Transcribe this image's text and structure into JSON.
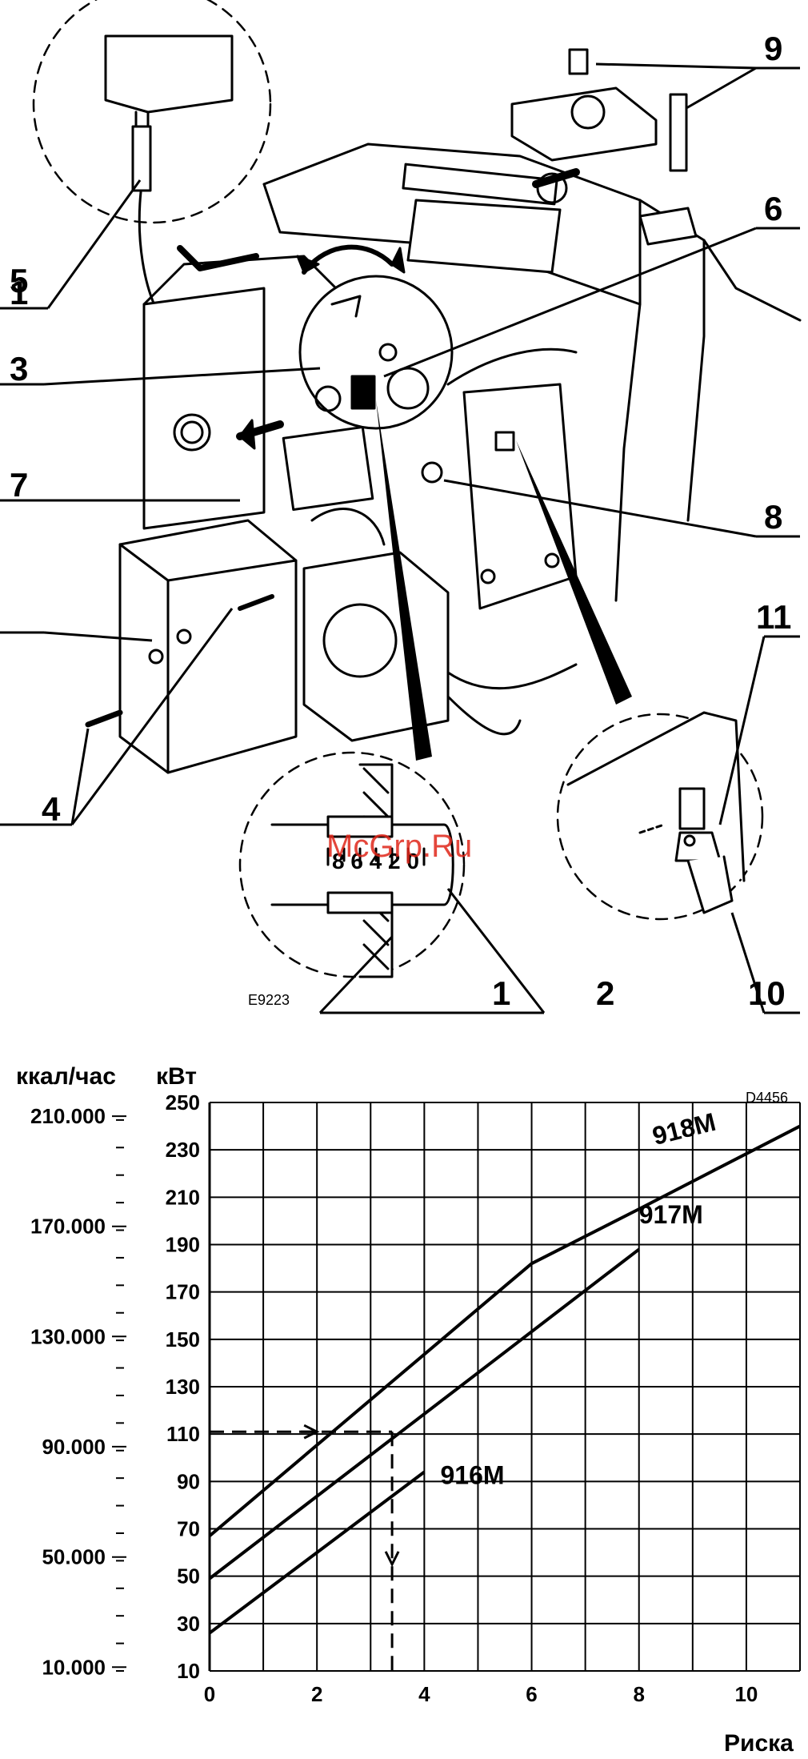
{
  "diagram": {
    "callouts": [
      "1",
      "2",
      "3",
      "4",
      "5",
      "6",
      "7",
      "8",
      "9",
      "10",
      "11"
    ],
    "code": "E9223",
    "scale_digits": "8 6 4 2 0",
    "watermark": "McGrp.Ru"
  },
  "chart_data": {
    "type": "line",
    "code": "D4456",
    "left_unit": "ккал/час",
    "right_unit": "кВт",
    "xlabel": "Риска",
    "xlim": [
      0,
      11
    ],
    "ylim": [
      10,
      250
    ],
    "x_ticks": [
      0,
      2,
      4,
      6,
      8,
      10
    ],
    "y_ticks": [
      10,
      30,
      50,
      70,
      90,
      110,
      130,
      150,
      170,
      190,
      210,
      230,
      250
    ],
    "kcal_ticks": [
      {
        "label": "10.000",
        "kw": 11.6
      },
      {
        "label": "50.000",
        "kw": 58.1
      },
      {
        "label": "90.000",
        "kw": 104.7
      },
      {
        "label": "130.000",
        "kw": 151.2
      },
      {
        "label": "170.000",
        "kw": 197.7
      },
      {
        "label": "210.000",
        "kw": 244.2
      }
    ],
    "series": [
      {
        "name": "918M",
        "points": [
          [
            0,
            67
          ],
          [
            6,
            182
          ],
          [
            8,
            205
          ],
          [
            11,
            240
          ]
        ]
      },
      {
        "name": "917M",
        "points": [
          [
            0,
            49
          ],
          [
            8,
            188
          ]
        ]
      },
      {
        "name": "916M",
        "points": [
          [
            0,
            26
          ],
          [
            4,
            94
          ]
        ]
      }
    ],
    "example": {
      "kw": 111,
      "risk": 3.4
    }
  }
}
